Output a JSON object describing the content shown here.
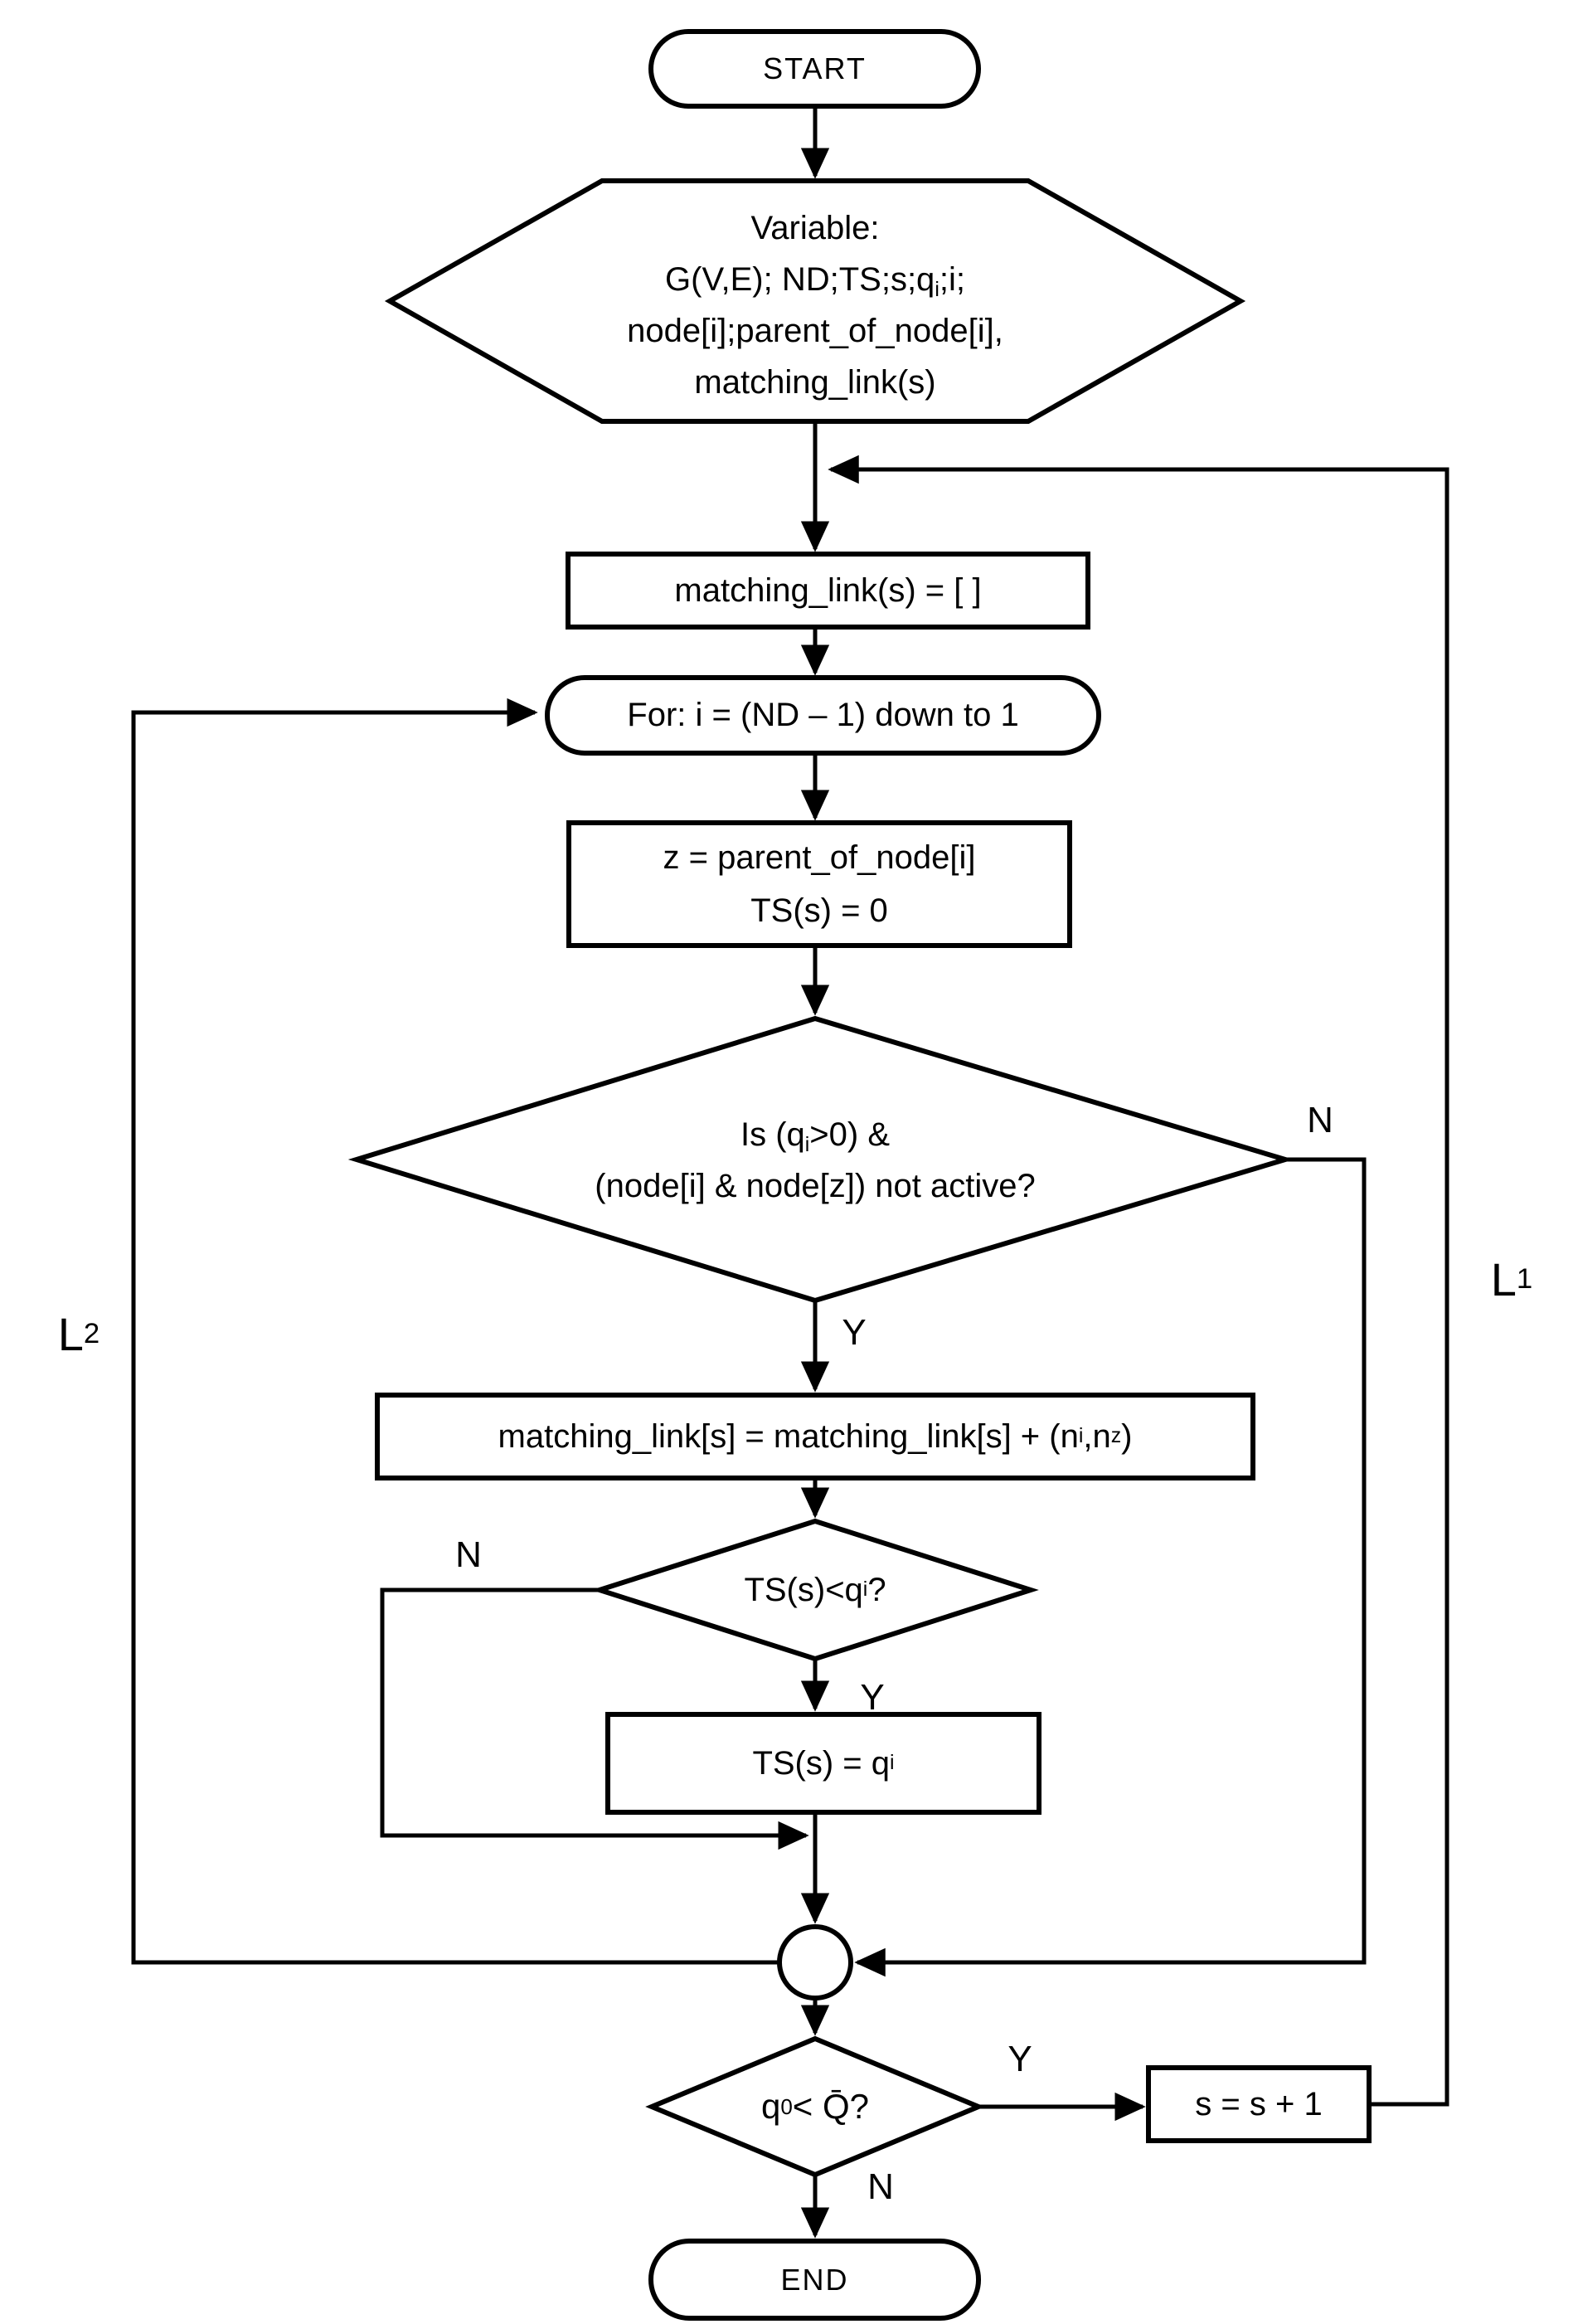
{
  "diagram": {
    "type": "flowchart",
    "colors": {
      "stroke": "#000000",
      "background": "#ffffff"
    },
    "nodes": {
      "start": {
        "label": "START"
      },
      "variables": {
        "line1": "Variable:",
        "line2_html": "G(V,E); ND;TS;s;q<sub>i</sub>;i;",
        "line3": "node[i];parent_of_node[i],",
        "line4": "matching_link(s)"
      },
      "init_matching": {
        "label": "matching_link(s) = [ ]"
      },
      "for_loop": {
        "label": "For: i = (ND – 1) down to 1"
      },
      "assign_parent": {
        "line1": "z = parent_of_node[i]",
        "line2": "TS(s) = 0"
      },
      "check_active": {
        "line1_html": "Is (q<sub>i</sub>&gt;0) &amp;",
        "line2_html": "(node[i] &amp; node[z]) not active?"
      },
      "add_link": {
        "label_html": "matching_link[s] = matching_link[s] + (n<sub>i</sub> ,n<sub>z</sub>)"
      },
      "check_ts": {
        "label_html": "TS(s)&lt;q<sub>i</sub>?"
      },
      "set_ts": {
        "label_html": "TS(s) = q<sub>i</sub>"
      },
      "check_q": {
        "label_html": "q<sub>0</sub> &lt; Q̄?"
      },
      "increment_s": {
        "label": "s = s + 1"
      },
      "end": {
        "label": "END"
      }
    },
    "edge_labels": {
      "check_active_yes": "Y",
      "check_active_no": "N",
      "check_ts_yes": "Y",
      "check_ts_no": "N",
      "check_q_yes": "Y",
      "check_q_no": "N"
    },
    "loops": {
      "l1_html": "L<sub>1</sub>",
      "l2_html": "L<sub>2</sub>"
    }
  }
}
